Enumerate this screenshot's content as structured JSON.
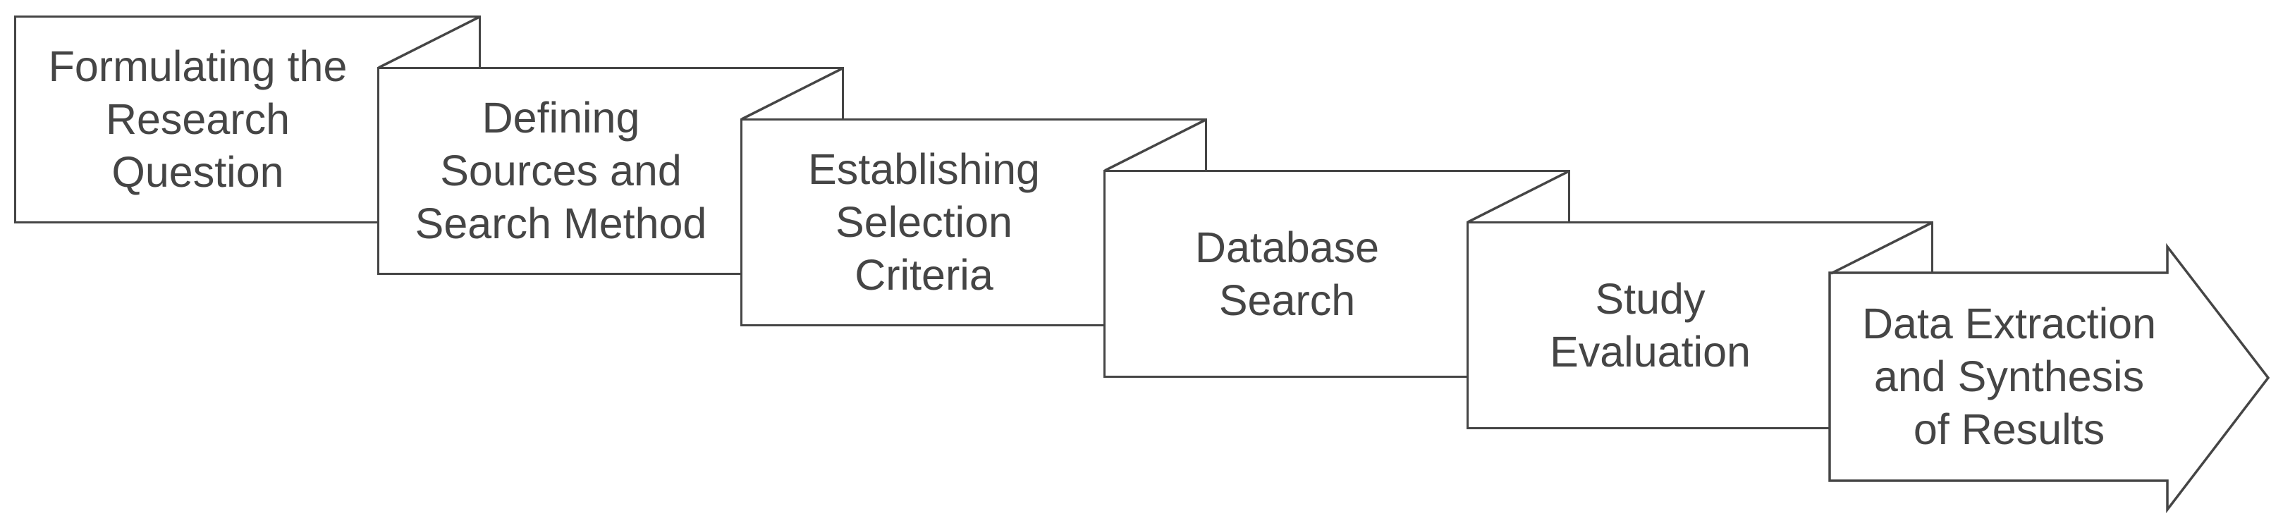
{
  "diagram": {
    "kind": "process-flow",
    "direction": "left-to-right",
    "steps": [
      {
        "label": "Formulating the\nResearch\nQuestion",
        "shape": "folded-rectangle"
      },
      {
        "label": "Defining\nSources and\nSearch Method",
        "shape": "folded-rectangle"
      },
      {
        "label": "Establishing\nSelection\nCriteria",
        "shape": "folded-rectangle"
      },
      {
        "label": "Database\nSearch",
        "shape": "folded-rectangle"
      },
      {
        "label": "Study\nEvaluation",
        "shape": "folded-rectangle"
      },
      {
        "label": "Data Extraction\nand Synthesis\nof Results",
        "shape": "arrow-right"
      }
    ],
    "colors": {
      "outline": "#454545",
      "text": "#454545",
      "fill": "#ffffff",
      "background": "#ffffff"
    }
  }
}
